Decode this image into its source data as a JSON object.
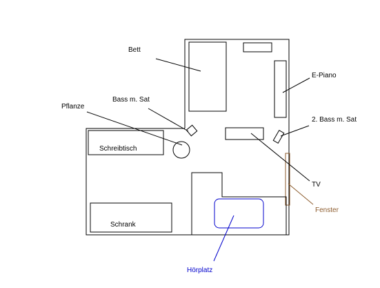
{
  "labels": {
    "bett": "Bett",
    "epiano": "E-Piano",
    "bass_sat": "Bass m. Sat",
    "pflanze": "Pflanze",
    "bass_sat_2": "2. Bass m. Sat",
    "schreibtisch": "Schreibtisch",
    "tv": "TV",
    "fenster": "Fenster",
    "schrank": "Schrank",
    "hoerplatz": "Hörplatz"
  },
  "colors": {
    "lines": "#000000",
    "fenster": "#8b5a2b",
    "hoerplatz": "#0000cc"
  }
}
